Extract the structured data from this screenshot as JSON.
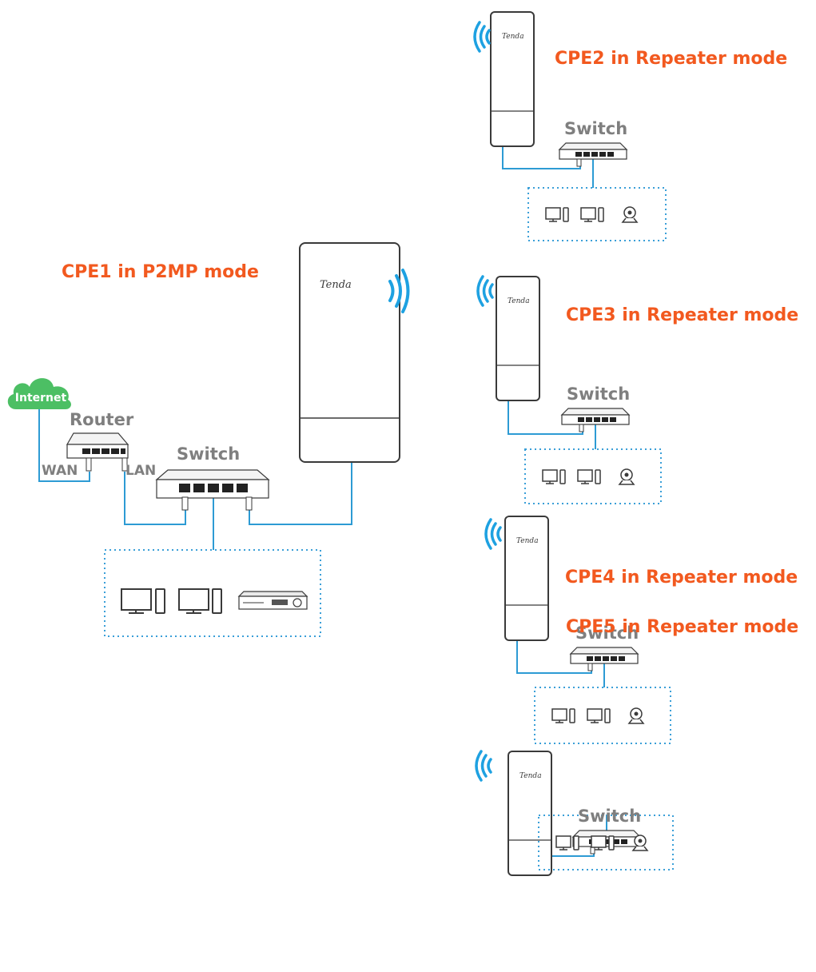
{
  "colors": {
    "title": "#f2591f",
    "cable": "#2d9bd4",
    "dotted_box": "#3a9fd8",
    "device_stroke": "#3a3a3a",
    "label_gray": "#7f7f7f",
    "cloud": "#4cbf64",
    "wifi": "#1ea1e1"
  },
  "main_site": {
    "cpe_title": "CPE1 in P2MP mode",
    "cpe_brand": "Tenda",
    "internet_label": "Internet",
    "router_label": "Router",
    "switch_label": "Switch",
    "wan_label": "WAN",
    "lan_label": "LAN",
    "clients": [
      "computer-icon",
      "computer-icon",
      "nvr-icon"
    ]
  },
  "repeaters": [
    {
      "title": "CPE2 in Repeater mode",
      "brand": "Tenda",
      "switch_label": "Switch"
    },
    {
      "title": "CPE3 in Repeater mode",
      "brand": "Tenda",
      "switch_label": "Switch"
    },
    {
      "title": "CPE4 in Repeater mode",
      "brand": "Tenda",
      "switch_label": "Switch"
    },
    {
      "title": "CPE5 in Repeater mode",
      "brand": "Tenda",
      "switch_label": "Switch"
    }
  ],
  "repeater_clients": [
    "computer-icon",
    "computer-icon",
    "ip-camera-icon"
  ]
}
